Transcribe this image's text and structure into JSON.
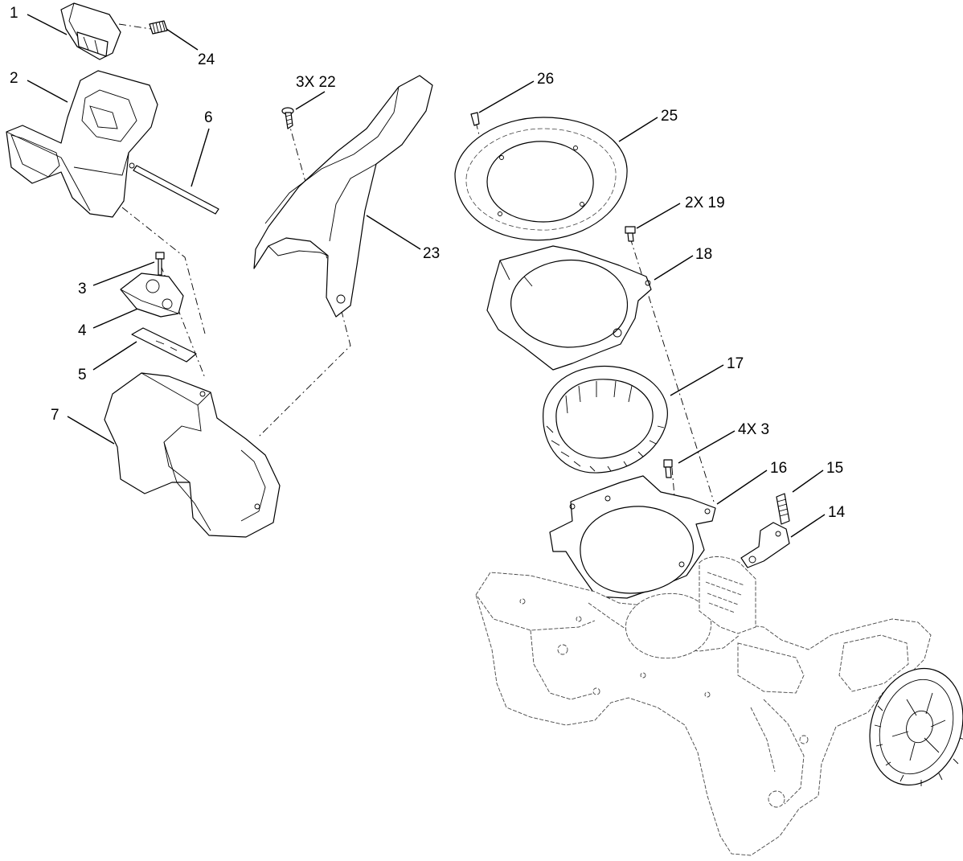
{
  "callouts": [
    {
      "id": "1",
      "text": "1"
    },
    {
      "id": "24",
      "text": "24"
    },
    {
      "id": "2",
      "text": "2"
    },
    {
      "id": "6",
      "text": "6"
    },
    {
      "id": "22",
      "text": "3X  22"
    },
    {
      "id": "23",
      "text": "23"
    },
    {
      "id": "3a",
      "text": "3"
    },
    {
      "id": "4",
      "text": "4"
    },
    {
      "id": "5",
      "text": "5"
    },
    {
      "id": "7",
      "text": "7"
    },
    {
      "id": "26",
      "text": "26"
    },
    {
      "id": "25",
      "text": "25"
    },
    {
      "id": "19",
      "text": "2X  19"
    },
    {
      "id": "18",
      "text": "18"
    },
    {
      "id": "17",
      "text": "17"
    },
    {
      "id": "3b",
      "text": "4X  3"
    },
    {
      "id": "16",
      "text": "16"
    },
    {
      "id": "15",
      "text": "15"
    },
    {
      "id": "14",
      "text": "14"
    }
  ]
}
